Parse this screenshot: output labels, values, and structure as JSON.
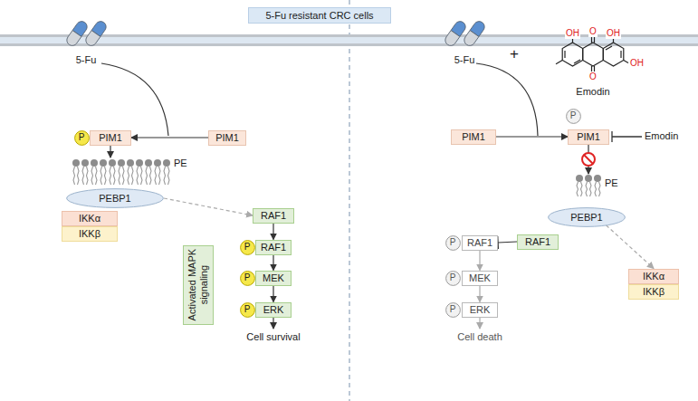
{
  "diagram": {
    "nodes": [
      {
        "text": [
          "5-Fu resistant CRC cells"
        ]
      },
      {
        "text": [
          "P"
        ]
      },
      {
        "text": [
          "PIM1"
        ]
      },
      {
        "text": [
          "PIM1"
        ]
      },
      {
        "text": [
          "PEBP1"
        ]
      },
      {
        "text": [
          "IKKα"
        ]
      },
      {
        "text": [
          "IKKβ"
        ]
      },
      {
        "text": [
          "RAF1"
        ]
      },
      {
        "text": [
          "P"
        ]
      },
      {
        "text": [
          "RAF1"
        ]
      },
      {
        "text": [
          "P"
        ]
      },
      {
        "text": [
          "MEK"
        ]
      },
      {
        "text": [
          "P"
        ]
      },
      {
        "text": [
          "ERK"
        ]
      },
      {
        "text": [
          "Activated MAPK signaling"
        ]
      },
      {
        "text": [
          "P"
        ]
      },
      {
        "text": [
          "PIM1"
        ]
      },
      {
        "text": [
          "PIM1"
        ]
      },
      {
        "text": [
          "PEBP1"
        ]
      },
      {
        "text": [
          "RAF1"
        ]
      },
      {
        "text": [
          "P"
        ]
      },
      {
        "text": [
          "RAF1"
        ]
      },
      {
        "text": [
          "P"
        ]
      },
      {
        "text": [
          "MEK"
        ]
      },
      {
        "text": [
          "P"
        ]
      },
      {
        "text": [
          "ERK"
        ]
      },
      {
        "text": [
          "IKKα"
        ]
      },
      {
        "text": [
          "IKKβ"
        ]
      }
    ],
    "edges": [
      {
        "from": 3,
        "to": 2,
        "arrow": "to"
      },
      {
        "from": 4,
        "to": 7,
        "arrow": "to"
      },
      {
        "from": 7,
        "to": 9,
        "arrow": "to"
      },
      {
        "from": 9,
        "to": 11,
        "arrow": "to"
      },
      {
        "from": 11,
        "to": 13,
        "arrow": "to"
      },
      {
        "from": 16,
        "to": 17,
        "arrow": "to"
      },
      {
        "from": 19,
        "to": 21,
        "arrow": "to"
      },
      {
        "from": 18,
        "to": 26,
        "arrow": "to"
      },
      {
        "from": 21,
        "to": 23,
        "arrow": "to"
      },
      {
        "from": 23,
        "to": 25,
        "arrow": "to"
      }
    ],
    "labels": [
      "5-Fu",
      "5-Fu",
      "+",
      "OH",
      "O",
      "OH",
      "OH",
      "O",
      "Emodin",
      "PE",
      "Cell survival",
      "Emodin",
      "PE",
      "Cell death"
    ]
  }
}
